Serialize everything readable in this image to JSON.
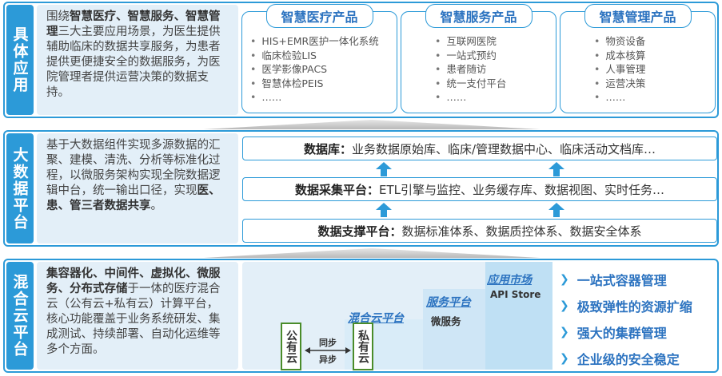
{
  "top": {
    "label": "具体应用",
    "desc_html": "围绕<b>智慧医疗、智慧服务、智慧管理</b>三大主要应用场景，为医生提供辅助临床的数据共享服务，为患者提供更便捷安全的数据服务，为医院管理者提供运营决策的数据支持。",
    "products": [
      {
        "title": "智慧医疗产品",
        "items": [
          "HIS+EMR医护一体化系统",
          "临床检验LIS",
          "医学影像PACS",
          "智慧体检PEIS",
          "……"
        ]
      },
      {
        "title": "智慧服务产品",
        "items": [
          "互联网医院",
          "一站式预约",
          "患者随访",
          "统一支付平台",
          "……"
        ]
      },
      {
        "title": "智慧管理产品",
        "items": [
          "物资设备",
          "成本核算",
          "人事管理",
          "运营决策",
          "……"
        ]
      }
    ]
  },
  "middle": {
    "label": "大数据平台",
    "desc_html": "基于大数据组件实现多源数据的汇聚、建模、清洗、分析等标准化过程，以微服务架构实现全院数据逻辑中台，统一输出口径，实现<b>医、患、管三者数据共享</b>。",
    "layers": [
      {
        "name": "数据库：",
        "text": "业务数据原始库、临床/管理数据中心、临床活动文档库…"
      },
      {
        "name": "数据采集平台：",
        "text": "ETL引擎与监控、业务缓存库、数据视图、实时任务…"
      },
      {
        "name": "数据支撑平台：",
        "text": "数据标准体系、数据质控体系、数据安全体系"
      }
    ]
  },
  "bottom": {
    "label": "混合云平台",
    "desc_html": "<b>集容器化、中间件、虚拟化、微服务、分布式存储</b>于一体的医疗混合云（公有云+私有云）计算平台，核心功能覆盖于业务系统研发、集成测试、持续部署、自动化运维等多个方面。",
    "app_market": "应用市场",
    "api_store": "API Store",
    "service_platform": "服务平台",
    "microservice": "微服务",
    "hybrid_cloud": "混合云平台",
    "public_cloud": "公有云",
    "private_cloud": "私有云",
    "sync": "同步",
    "async": "异步",
    "features": [
      "一站式容器管理",
      "极致弹性的资源扩缩",
      "强大的集群管理",
      "企业级的安全稳定"
    ]
  },
  "colors": {
    "accent": "#2c9ad8",
    "title_blue": "#2c73c0",
    "panel": "#e3eff8",
    "green_border": "#4a8c2a"
  },
  "icons": [
    "up-arrow-icon",
    "chevron-right-icon",
    "double-arrow-icon"
  ]
}
